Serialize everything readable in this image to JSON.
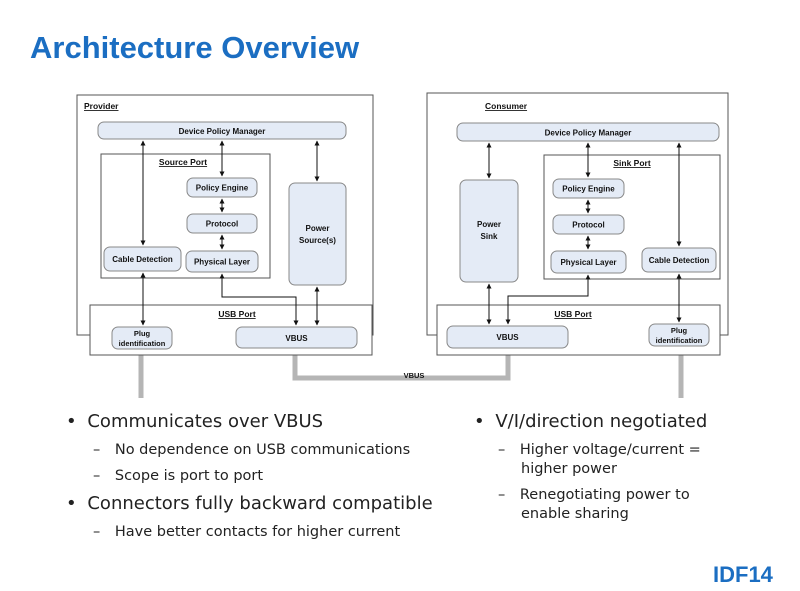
{
  "title": "Architecture Overview",
  "provider": {
    "label": "Provider",
    "dpm": "Device Policy Manager",
    "source_port": "Source Port",
    "policy_engine": "Policy Engine",
    "protocol": "Protocol",
    "physical_layer": "Physical Layer",
    "cable_detection": "Cable Detection",
    "power_source": [
      "Power",
      "Source(s)"
    ],
    "usb_port": "USB Port",
    "plug_identification": [
      "Plug",
      "identification"
    ],
    "vbus": "VBUS"
  },
  "consumer": {
    "label": "Consumer",
    "dpm": "Device Policy Manager",
    "sink_port": "Sink Port",
    "policy_engine": "Policy Engine",
    "protocol": "Protocol",
    "physical_layer": "Physical Layer",
    "cable_detection": "Cable Detection",
    "power_sink": [
      "Power",
      "Sink"
    ],
    "usb_port": "USB Port",
    "plug_identification": [
      "Plug",
      "identification"
    ],
    "vbus": "VBUS"
  },
  "vbus_link_label": "VBUS",
  "bullets_left": [
    {
      "level": 1,
      "text": "Communicates over VBUS"
    },
    {
      "level": 2,
      "text": "No dependence on USB communications"
    },
    {
      "level": 2,
      "text": "Scope is port to port"
    },
    {
      "level": 1,
      "text": "Connectors fully backward compatible"
    },
    {
      "level": 2,
      "text": "Have better contacts for higher current"
    }
  ],
  "bullets_right": [
    {
      "level": 1,
      "text": "V/I/direction negotiated"
    },
    {
      "level": 2,
      "text": "Higher voltage/current ="
    },
    {
      "level": 2,
      "text": "higher power"
    },
    {
      "level": 2,
      "text": "Renegotiating power to"
    },
    {
      "level": 2,
      "text": "enable sharing"
    }
  ],
  "bullet_glyph": "•",
  "dash_glyph": "–",
  "logo": "IDF14"
}
